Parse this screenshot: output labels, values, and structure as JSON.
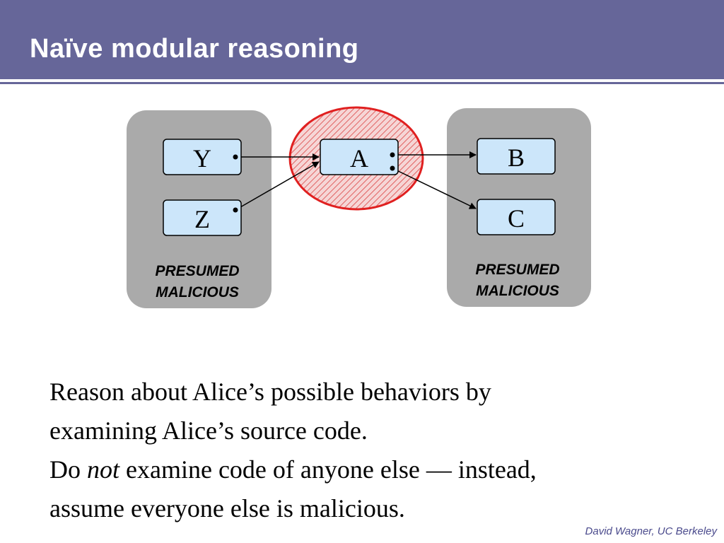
{
  "slide": {
    "title": "Naïve modular reasoning",
    "footer": "David Wagner, UC Berkeley"
  },
  "diagram": {
    "nodes": {
      "y": "Y",
      "z": "Z",
      "a": "A",
      "b": "B",
      "c": "C"
    },
    "groups": {
      "left_line1": "PRESUMED",
      "left_line2": "MALICIOUS",
      "right_line1": "PRESUMED",
      "right_line2": "MALICIOUS"
    },
    "colors": {
      "title_bar": "#666699",
      "group_fill": "#aaaaaa",
      "node_fill": "#cce6fa",
      "highlight_ring": "#e02020",
      "highlight_hatch": "#e06060"
    }
  },
  "body": {
    "line1": "Reason about Alice’s possible behaviors by",
    "line2": "examining Alice’s source code.",
    "line3_pre": "Do ",
    "line3_em": "not",
    "line3_post": " examine code of anyone else — instead,",
    "line4": "assume everyone else is malicious."
  }
}
